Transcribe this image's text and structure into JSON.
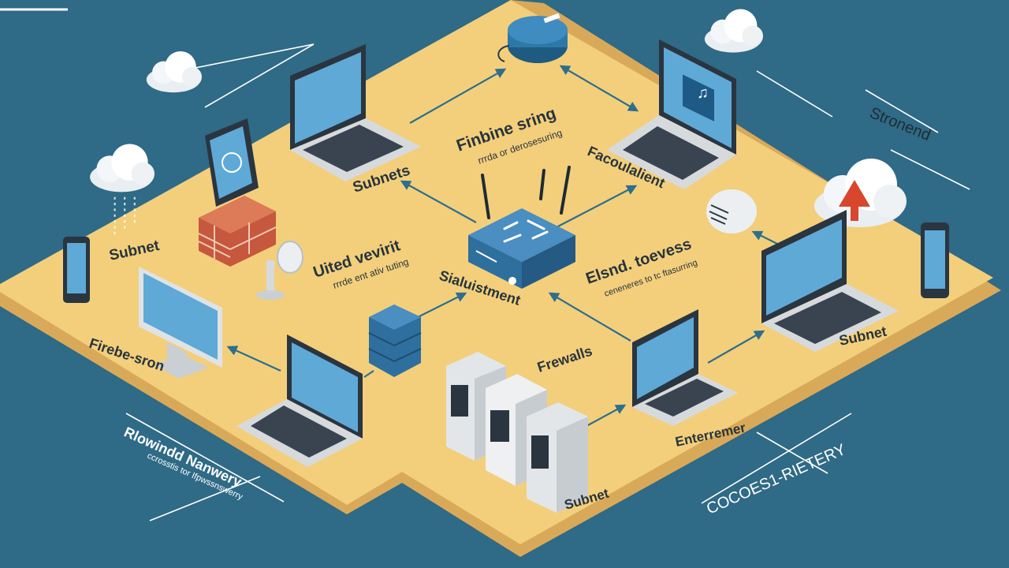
{
  "colors": {
    "background": "#2f6a86",
    "platform_top": "#f3cf7c",
    "platform_side": "#d9a95a",
    "connector": "#2d6f8c",
    "device_screen": "#5fa9d6",
    "device_body": "#d7dadd",
    "router_blue": "#2e6f9e",
    "firewall_brick": "#c6583d",
    "label_text": "#27343c",
    "alert_red": "#d9462e"
  },
  "labels": {
    "top_center": "Finbine sring",
    "top_center_sub": "rrrda or derosesuring",
    "subnets": "Subnets",
    "top_right_device": "Facoulalient",
    "right_header": "Stronend",
    "left_subnet": "Subnet",
    "center_left": "Uited vevirit",
    "center_left_sub": "rrrde ent ativ tuting",
    "center": "Sialuistment",
    "center_right": "Elsnd. toevess",
    "center_right_sub": "ceneneres to tc ftasurring",
    "left_bottom": "Firebe-sron",
    "firewalls": "Frewalls",
    "right_subnet": "Subnet",
    "bottom_right_device": "Enterremer",
    "bottom_subnet": "Subnet",
    "bottom_left_title": "Rlowindd Nanwery",
    "bottom_left_sub": "ccrosstis tor Ifpwssnswerry",
    "bottom_right_title": "COCOES1-RIETERY"
  },
  "icons": [
    "cloud-icon",
    "laptop-icon",
    "tablet-icon",
    "smartphone-icon",
    "desktop-monitor-icon",
    "router-icon",
    "firewall-brick-icon",
    "server-tower-icon",
    "stacked-server-icon",
    "satellite-dish-icon",
    "wireless-access-point-icon",
    "speaker-icon",
    "warning-triangle-icon",
    "music-note-icon"
  ]
}
